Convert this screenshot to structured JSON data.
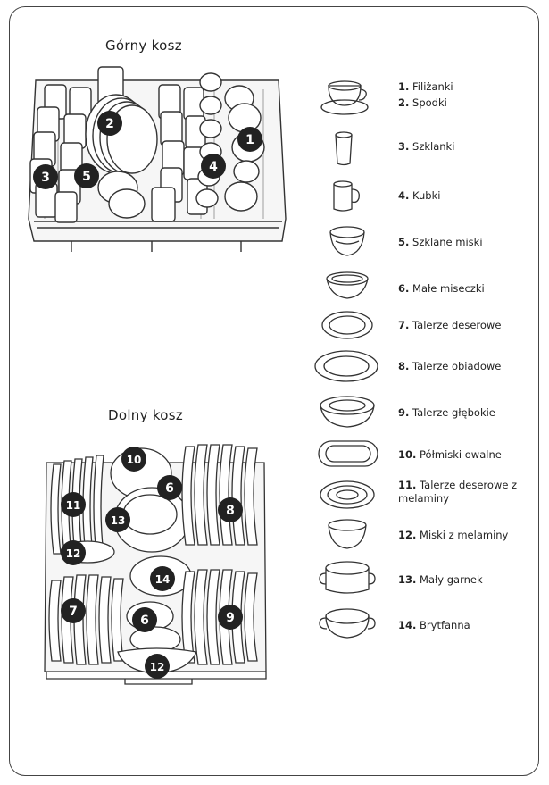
{
  "titles": {
    "upper": "Górny kosz",
    "lower": "Dolny kosz"
  },
  "legend": [
    {
      "num": "1.",
      "label": "Filiżanki",
      "icon": "cup-icon"
    },
    {
      "num": "2.",
      "label": "Spodki",
      "icon": "saucer-icon"
    },
    {
      "num": "3.",
      "label": "Szklanki",
      "icon": "glass-icon"
    },
    {
      "num": "4.",
      "label": "Kubki",
      "icon": "mug-icon"
    },
    {
      "num": "5.",
      "label": "Szklane miski",
      "icon": "glass-bowl-icon"
    },
    {
      "num": "6.",
      "label": "Małe miseczki",
      "icon": "small-bowl-icon"
    },
    {
      "num": "7.",
      "label": "Talerze deserowe",
      "icon": "dessert-plate-icon"
    },
    {
      "num": "8.",
      "label": "Talerze obiadowe",
      "icon": "dinner-plate-icon"
    },
    {
      "num": "9.",
      "label": "Talerze głębokie",
      "icon": "deep-plate-icon"
    },
    {
      "num": "10.",
      "label": "Półmiski owalne",
      "icon": "oval-platter-icon"
    },
    {
      "num": "11.",
      "label": "Talerze deserowe z melaminy",
      "icon": "melamine-plate-icon"
    },
    {
      "num": "12.",
      "label": "Miski z melaminy",
      "icon": "melamine-bowl-icon"
    },
    {
      "num": "13.",
      "label": "Mały garnek",
      "icon": "small-pot-icon"
    },
    {
      "num": "14.",
      "label": "Brytfanna",
      "icon": "roasting-pan-icon"
    }
  ],
  "upper_badges": [
    "1",
    "2",
    "3",
    "4",
    "5"
  ],
  "lower_badges": [
    "10",
    "6",
    "11",
    "8",
    "13",
    "12",
    "14",
    "7",
    "6",
    "9",
    "12"
  ]
}
